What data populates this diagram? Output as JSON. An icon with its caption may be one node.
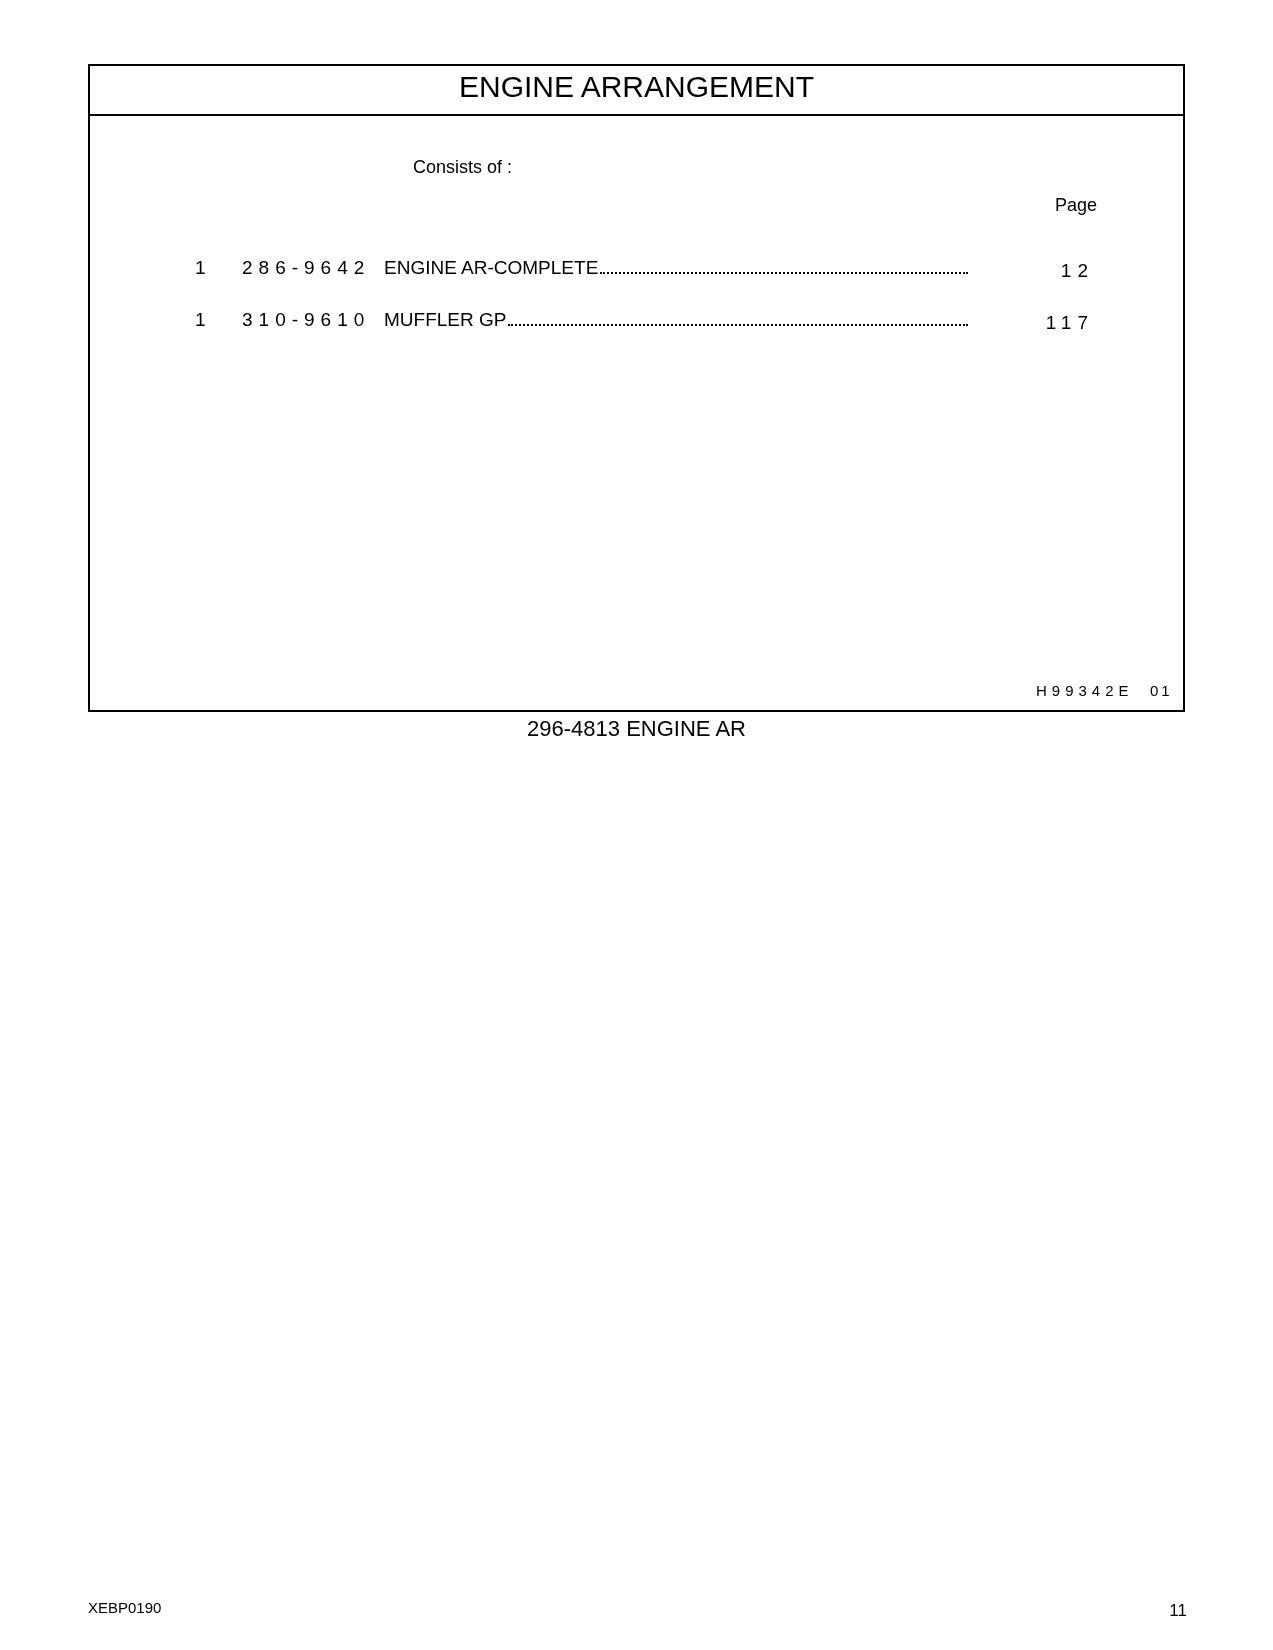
{
  "diagram": {
    "title": "ENGINE ARRANGEMENT",
    "caption": "296-4813 ENGINE AR",
    "labels": [
      "Consists of :",
      "Page",
      "1",
      "286-9642",
      "ENGINE AR-COMPLETE",
      "12",
      "1",
      "310-9610",
      "MUFFLER GP",
      "117",
      "H99342E",
      "01",
      "XEBP0190",
      "11"
    ]
  }
}
